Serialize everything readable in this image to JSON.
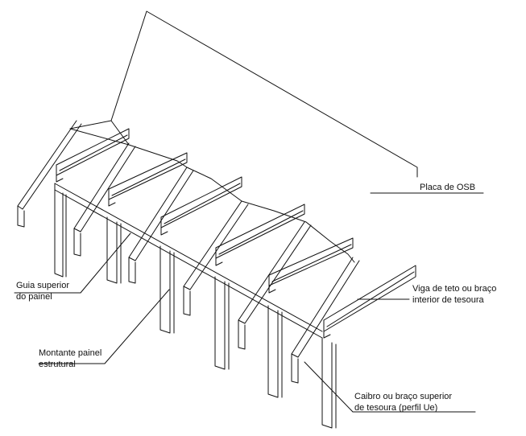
{
  "labels": {
    "osb": "Placa de OSB",
    "viga_line1": "Viga de teto ou braço",
    "viga_line2": "interior de tesoura",
    "guia_line1": "Guia superior",
    "guia_line2": "do painel",
    "montante_line1": "Montante painel",
    "montante_line2": "estrutural",
    "caibro_line1": "Caibro ou braço superior",
    "caibro_line2": "de tesoura (perfil Ue)"
  },
  "colors": {
    "line": "#111111",
    "background": "#ffffff"
  }
}
